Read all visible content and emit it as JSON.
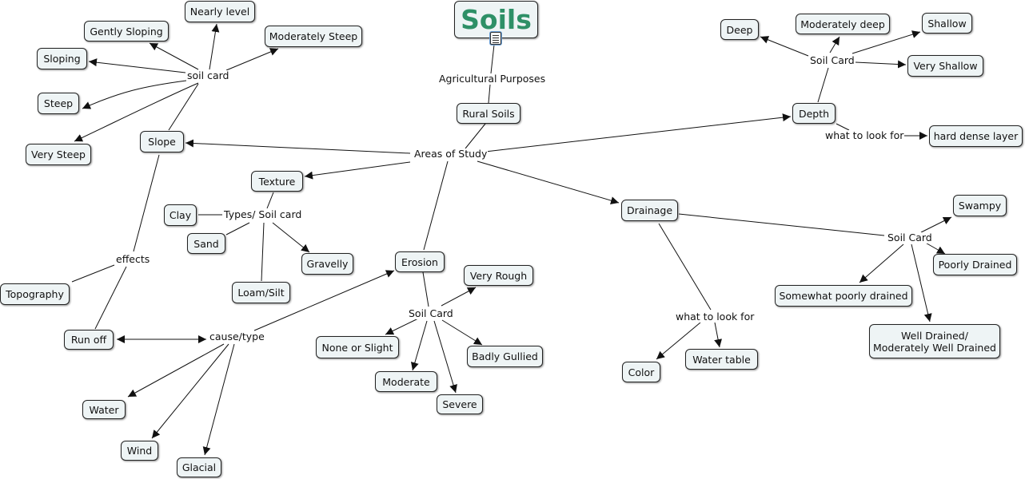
{
  "title": "Soils",
  "icons": {
    "root_resource": "document-icon"
  },
  "colors": {
    "title": "#2e9067",
    "node_fill": "#eef4f5",
    "line": "#111111"
  },
  "concepts": {
    "rural_soils": "Rural Soils",
    "slope": "Slope",
    "gently_sloping": "Gently Sloping",
    "nearly_level": "Nearly level",
    "moderately_steep": "Moderately Steep",
    "sloping": "Sloping",
    "steep": "Steep",
    "very_steep": "Very Steep",
    "texture": "Texture",
    "clay": "Clay",
    "sand": "Sand",
    "gravelly": "Gravelly",
    "loam_silt": "Loam/Silt",
    "topography": "Topography",
    "run_off": "Run off",
    "water": "Water",
    "wind": "Wind",
    "glacial": "Glacial",
    "erosion": "Erosion",
    "very_rough": "Very Rough",
    "none_or_slight": "None or Slight",
    "badly_gullied": "Badly Gullied",
    "moderate": "Moderate",
    "severe": "Severe",
    "drainage": "Drainage",
    "swampy": "Swampy",
    "poorly_drained": "Poorly Drained",
    "somewhat_poorly_drained": "Somewhat poorly drained",
    "well_drained_line1": "Well Drained/",
    "well_drained_line2": "Moderately Well Drained",
    "color": "Color",
    "water_table": "Water table",
    "depth": "Depth",
    "deep": "Deep",
    "moderately_deep": "Moderately deep",
    "shallow": "Shallow",
    "very_shallow": "Very Shallow",
    "hard_dense_layer": "hard dense layer"
  },
  "linking_phrases": {
    "agricultural_purposes": "Agricultural Purposes",
    "areas_of_study": "Areas of Study",
    "soil_card_slope": "soil card",
    "types_soil_card": "Types/ Soil card",
    "effects": "effects",
    "cause_type": "cause/type",
    "soil_card_erosion": "Soil Card",
    "soil_card_drainage": "Soil Card",
    "what_to_look_for_drainage": "what to look for",
    "soil_card_depth": "Soil Card",
    "what_to_look_for_depth": "what to look for"
  }
}
